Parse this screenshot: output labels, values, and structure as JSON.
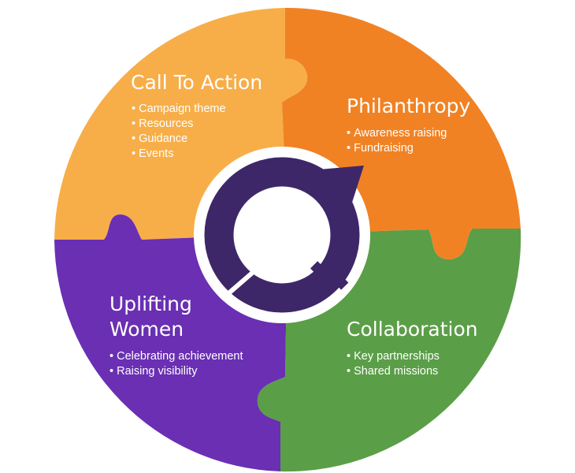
{
  "colors": {
    "call_to_action": "#F7AE49",
    "philanthropy": "#F18224",
    "collaboration": "#5B9E48",
    "uplifting_women": "#6A2FB3",
    "center_ring": "#3E2768",
    "center_fill": "#ffffff",
    "text": "#ffffff"
  },
  "icon": "international-womens-day-symbol-icon",
  "quadrants": {
    "call_to_action": {
      "title": "Call To Action",
      "items": [
        "Campaign theme",
        "Resources",
        "Guidance",
        "Events"
      ]
    },
    "philanthropy": {
      "title": "Philanthropy",
      "items": [
        "Awareness raising",
        "Fundraising"
      ]
    },
    "uplifting_women": {
      "title_line1": "Uplifting",
      "title_line2": "Women",
      "items": [
        "Celebrating achievement",
        "Raising visibility"
      ]
    },
    "collaboration": {
      "title": "Collaboration",
      "items": [
        "Key partnerships",
        "Shared missions"
      ]
    }
  }
}
